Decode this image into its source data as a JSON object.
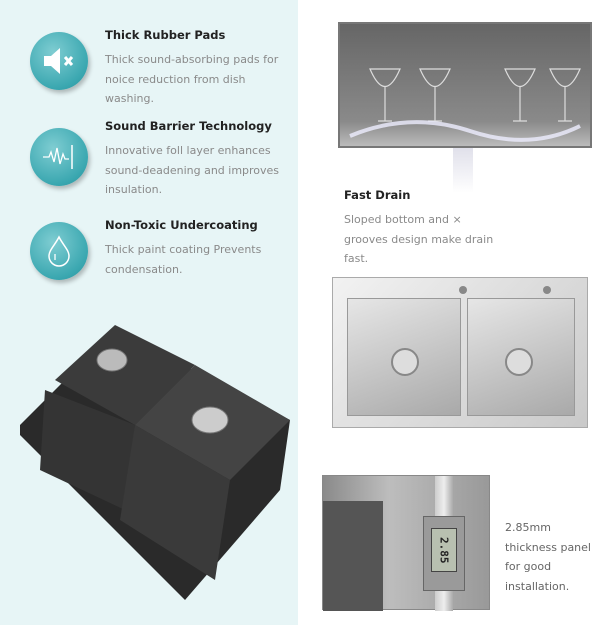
{
  "features": [
    {
      "title": "Thick Rubber Pads",
      "body": "Thick sound-absorbing pads for noice reduction from dish washing.",
      "icon": "speaker-mute-icon"
    },
    {
      "title": "Sound Barrier Technology",
      "body": "Innovative foll layer enhances sound-deadening and improves insulation.",
      "icon": "sound-wave-icon"
    },
    {
      "title": "Non-Toxic Undercoating",
      "body": "Thick paint coating Prevents condensation.",
      "icon": "water-drop-icon"
    }
  ],
  "fast_drain": {
    "title": "Fast Drain",
    "body": "Sloped bottom and × grooves design make drain fast."
  },
  "thickness": {
    "body": "2.85mm thickness panel for good installation.",
    "caliper_reading": "2.85"
  },
  "colors": {
    "accent": "#3aa7b0",
    "panel": "#e7f5f6"
  }
}
